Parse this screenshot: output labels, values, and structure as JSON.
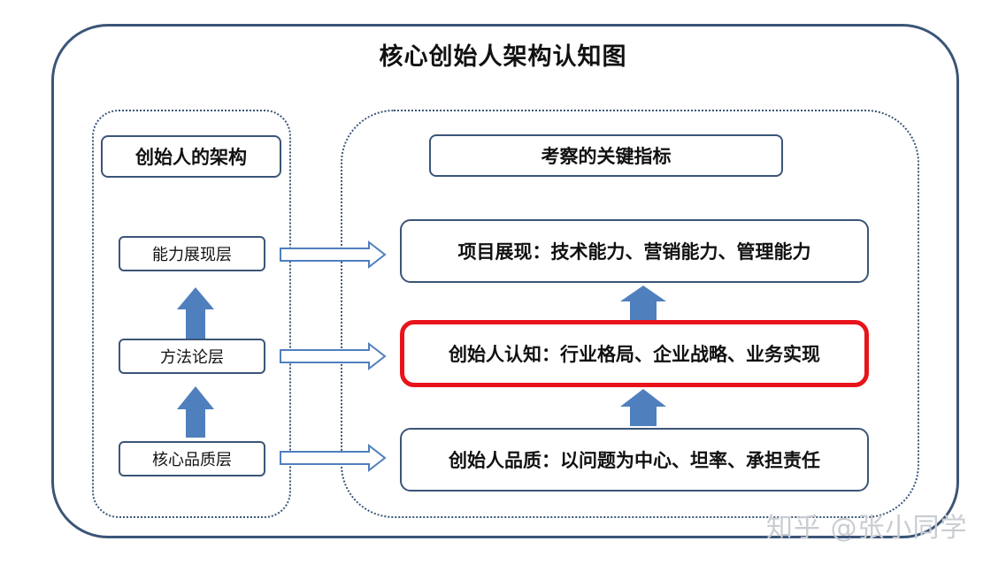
{
  "title": "核心创始人架构认知图",
  "left": {
    "header": "创始人的架构",
    "layers": [
      {
        "label": "能力展现层"
      },
      {
        "label": "方法论层"
      },
      {
        "label": "核心品质层"
      }
    ]
  },
  "right": {
    "header": "考察的关键指标",
    "metrics": [
      {
        "label": "项目展现：技术能力、营销能力、管理能力",
        "highlighted": false
      },
      {
        "label": "创始人认知：行业格局、企业战略、业务实现",
        "highlighted": true
      },
      {
        "label": "创始人品质：以问题为中心、坦率、承担责任",
        "highlighted": false
      }
    ]
  },
  "watermark": "知乎 @张小同学",
  "colors": {
    "border": "#3b5577",
    "arrow_fill": "#4f7fbd",
    "highlight": "#e8141b"
  }
}
